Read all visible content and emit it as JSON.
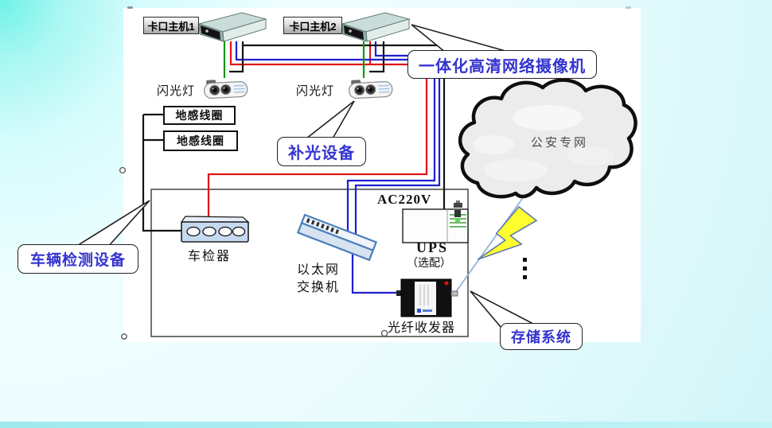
{
  "slide": {
    "background_corner_color": "#6ef2e8",
    "bottom_strip_color": "#9feaee",
    "panel_color": "#ffffff"
  },
  "labels": {
    "host1": "卡口主机1",
    "host2": "卡口主机2",
    "flash": "闪光灯",
    "coil": "地感线圈",
    "detector": "车检器",
    "switch_line1": "以太网",
    "switch_line2": "交换机",
    "fiber": "光纤收发器",
    "ac_power": "AC220V",
    "ups": "UPS",
    "ups_optional": "（选配）",
    "cloud": "公安专网"
  },
  "callouts": {
    "camera": "一体化高清网络摄像机",
    "fill_light": "补光设备",
    "storage": "存储系统",
    "vehicle_detection": "车辆检测设备"
  },
  "colors": {
    "wire_red": "#e01515",
    "wire_blue": "#1f1fd0",
    "wire_green": "#0b9a0b",
    "wire_black": "#141414",
    "callout_text": "#3434cf",
    "cloud_fill": "#ececec",
    "lightning_fill": "#ffff2e",
    "fiber_link": "#8fb3dd"
  }
}
